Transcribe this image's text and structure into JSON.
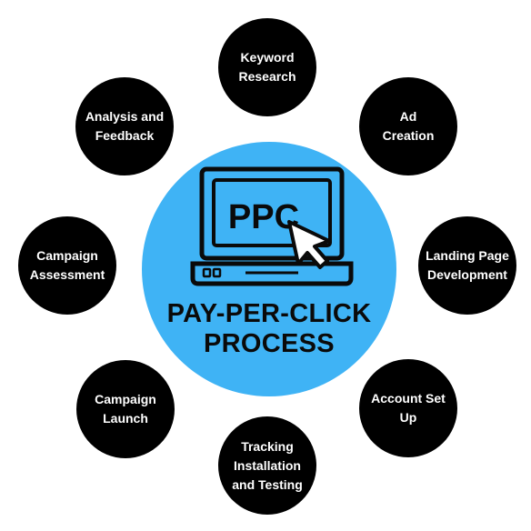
{
  "center": {
    "screen_text": "PPC",
    "title_line1": "PAY-PER-CLICK",
    "title_line2": "PROCESS"
  },
  "steps": [
    {
      "label": "Keyword Research"
    },
    {
      "label": "Ad Creation"
    },
    {
      "label": "Landing Page Development"
    },
    {
      "label": "Account Set Up"
    },
    {
      "label": "Tracking Installation and Testing"
    },
    {
      "label": "Campaign Launch"
    },
    {
      "label": "Campaign Assessment"
    },
    {
      "label": "Analysis and Feedback"
    }
  ],
  "colors": {
    "center_fill": "#3fb3f5",
    "node_fill": "#000000",
    "node_text": "#ffffff",
    "icon_stroke": "#0a0a0a"
  },
  "icons": {
    "laptop": "laptop-icon",
    "cursor": "cursor-arrow-icon"
  }
}
